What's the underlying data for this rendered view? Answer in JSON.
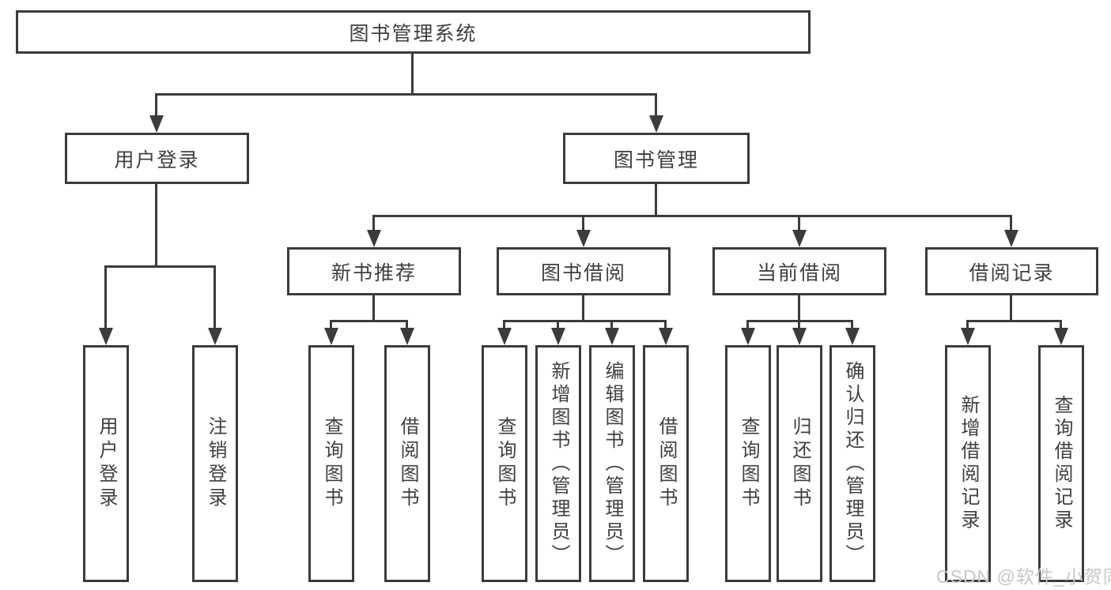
{
  "watermark": "CSDN @软件_小贺同学",
  "colors": {
    "line": "#3b3b3b",
    "text": "#3f3f3f",
    "watermark": "#c7c7c7",
    "background": "#ffffff"
  },
  "tree": {
    "label": "图书管理系统",
    "children": [
      {
        "label": "用户登录",
        "children": [
          {
            "label": "用户登录"
          },
          {
            "label": "注销登录"
          }
        ]
      },
      {
        "label": "图书管理",
        "children": [
          {
            "label": "新书推荐",
            "children": [
              {
                "label": "查询图书"
              },
              {
                "label": "借阅图书"
              }
            ]
          },
          {
            "label": "图书借阅",
            "children": [
              {
                "label": "查询图书"
              },
              {
                "label": "新增图书（管理员）"
              },
              {
                "label": "编辑图书（管理员）"
              },
              {
                "label": "借阅图书"
              }
            ]
          },
          {
            "label": "当前借阅",
            "children": [
              {
                "label": "查询图书"
              },
              {
                "label": "归还图书"
              },
              {
                "label": "确认归还（管理员）"
              }
            ]
          },
          {
            "label": "借阅记录",
            "children": [
              {
                "label": "新增借阅记录"
              },
              {
                "label": "查询借阅记录"
              }
            ]
          }
        ]
      }
    ]
  }
}
